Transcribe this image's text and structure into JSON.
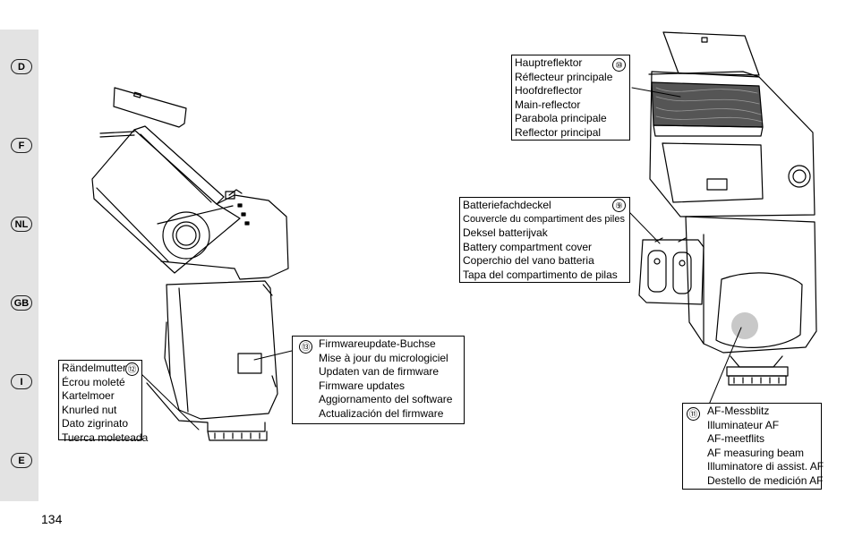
{
  "page_number": "134",
  "languages": [
    "D",
    "F",
    "NL",
    "GB",
    "I",
    "E"
  ],
  "callouts": {
    "c12": {
      "number": "⑫",
      "lines": [
        "Rändelmutter",
        "Écrou moleté",
        "Kartelmoer",
        "Knurled nut",
        "Dato zigrinato",
        "Tuerca moleteada"
      ]
    },
    "c13": {
      "number": "⑬",
      "lines": [
        "Firmwareupdate-Buchse",
        "Mise à jour du micrologiciel",
        "Updaten van de firmware",
        "Firmware updates",
        "Aggiornamento del software",
        "Actualización del firmware"
      ]
    },
    "c10": {
      "number": "⑩",
      "lines": [
        "Hauptreflektor",
        "Réflecteur principale",
        "Hoofdreflector",
        "Main-reflector",
        "Parabola principale",
        "Reflector principal"
      ]
    },
    "c9": {
      "number": "⑨",
      "lines": [
        "Batteriefachdeckel",
        "Couvercle du compartiment des piles",
        "Deksel batterijvak",
        "Battery compartment cover",
        "Coperchio del vano batteria",
        "Tapa del compartimento de pilas"
      ]
    },
    "c11": {
      "number": "⑪",
      "lines": [
        "AF-Messblitz",
        "Illuminateur AF",
        "AF-meetflits",
        "AF measuring beam",
        "Illuminatore di assist. AF",
        "Destello de medición AF"
      ]
    }
  }
}
